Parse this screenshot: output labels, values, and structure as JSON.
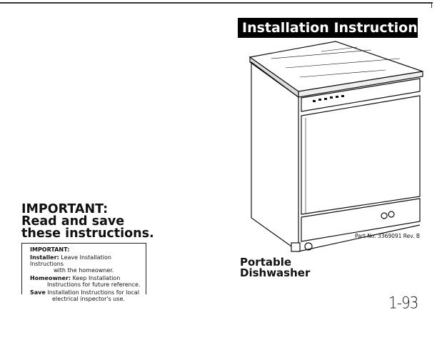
{
  "title": "Installation Instructions",
  "important_heading": [
    "IMPORTANT:",
    "Read and save",
    "these instructions."
  ],
  "notice_box": {
    "label": "IMPORTANT:",
    "items": [
      {
        "lead": "Installer:",
        "text": " Leave Installation Instructions",
        "cont": "with the homeowner."
      },
      {
        "lead": "Homeowner:",
        "text": " Keep Installation",
        "cont": "Instructions for future reference."
      },
      {
        "lead": "Save",
        "text": " Installation Instructions for local",
        "cont": "electrical inspector's use."
      }
    ]
  },
  "part_number": "Part No. 3369091 Rev. B",
  "product_name": [
    "Portable",
    "Dishwasher"
  ],
  "handwritten_note": "1-93",
  "illustration": "portable-dishwasher-drawing"
}
